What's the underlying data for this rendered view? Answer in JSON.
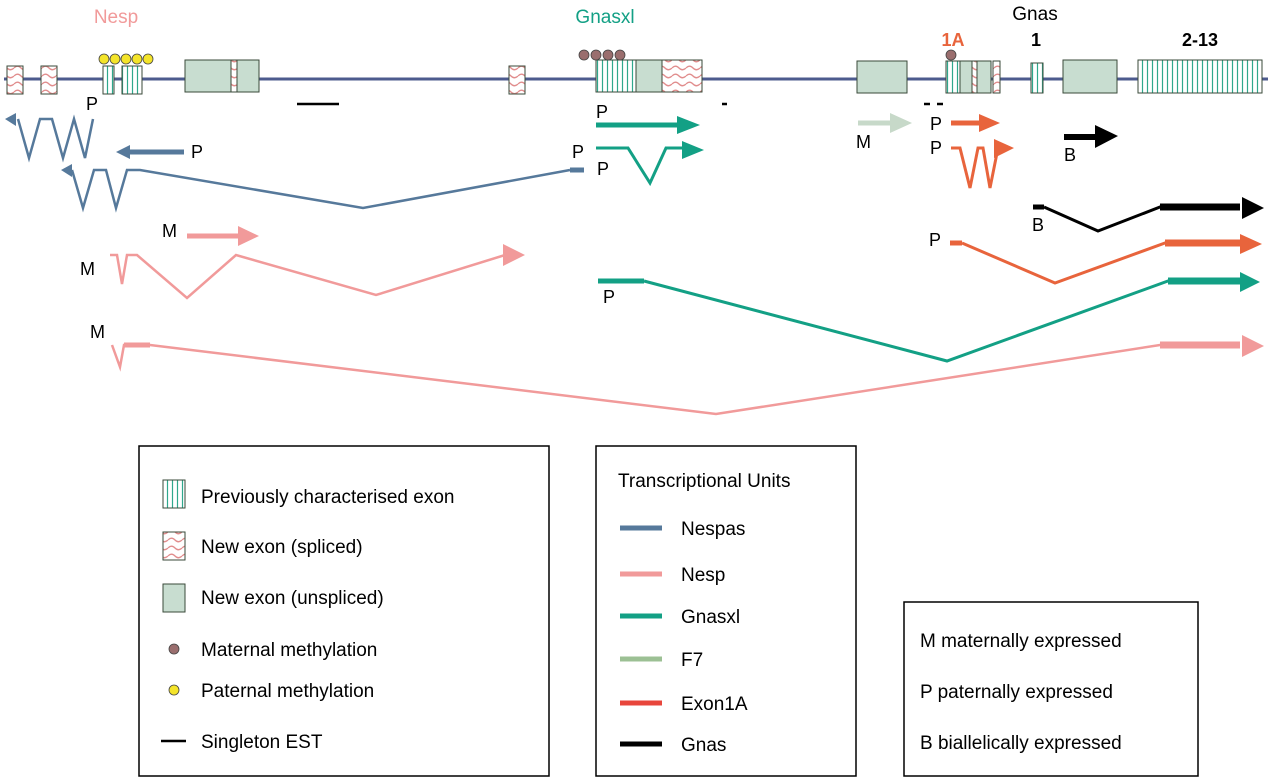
{
  "colors": {
    "nespas": "#56799b",
    "nesp": "#f19a9a",
    "gnasxl": "#13a085",
    "f7": "#c7d9c9",
    "exon1a": "#e8643c",
    "gnas": "#000000",
    "backbone": "#4d5b8e",
    "exon_fill": "#c8ddd0",
    "spliced_stroke": "#e18d8d",
    "maternal": "#9a6e6e",
    "paternal": "#f4e42a"
  },
  "labels": {
    "nesp": "Nesp",
    "gnasxl": "Gnasxl",
    "exon1a": "1A",
    "gnas": "Gnas",
    "exon1": "1",
    "exon2_13": "2-13"
  },
  "promoter_marks": {
    "p": "P",
    "m": "M",
    "b": "B"
  },
  "legend_exons": {
    "items": [
      {
        "label": "Previously characterised exon",
        "icon": "striped-exon"
      },
      {
        "label": "New exon (spliced)",
        "icon": "wavy-exon"
      },
      {
        "label": "New exon (unspliced)",
        "icon": "solid-exon"
      },
      {
        "label": "Maternal methylation",
        "icon": "maternal-dot"
      },
      {
        "label": "Paternal methylation",
        "icon": "paternal-dot"
      },
      {
        "label": "Singleton EST",
        "icon": "est-line"
      }
    ]
  },
  "legend_units": {
    "title": "Transcriptional Units",
    "items": [
      {
        "label": "Nespas",
        "color": "#56799b"
      },
      {
        "label": "Nesp",
        "color": "#f19a9a"
      },
      {
        "label": "Gnasxl",
        "color": "#13a085"
      },
      {
        "label": "F7",
        "color": "#9cc094"
      },
      {
        "label": "Exon1A",
        "color": "#e8463c"
      },
      {
        "label": "Gnas",
        "color": "#000000"
      }
    ]
  },
  "legend_expression": {
    "items": [
      {
        "label": "M maternally expressed"
      },
      {
        "label": "P paternally expressed"
      },
      {
        "label": "B biallelically expressed"
      }
    ]
  }
}
